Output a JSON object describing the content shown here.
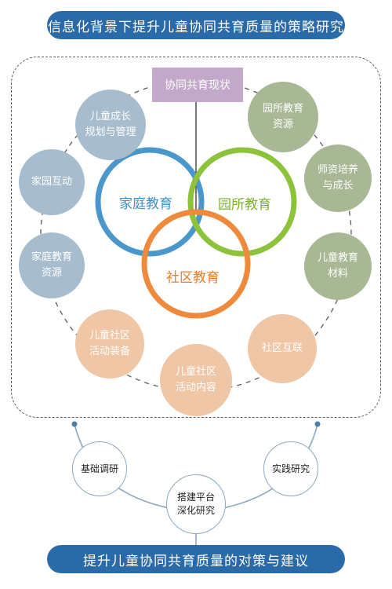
{
  "title": "信息化背景下提升儿童协同共育质量的策略研究",
  "center_box": "协同共育现状",
  "rings": {
    "family": "家庭教育",
    "school": "园所教育",
    "community": "社区教育"
  },
  "outer_nodes": {
    "n1": "儿童成长\n规划与管理",
    "n2": "家园互动",
    "n3": "家庭教育\n资源",
    "n4": "儿童社区\n活动装备",
    "n5": "儿童社区\n活动内容",
    "n6": "社区互联",
    "n7": "儿童教育\n材料",
    "n8": "师资培养\n与成长",
    "n9": "园所教育\n资源"
  },
  "steps": {
    "basic": "基础调研",
    "platform": "搭建平台\n深化研究",
    "practice": "实践研究"
  },
  "conclusion": "提升儿童协同共育质量的对策与建议",
  "colors": {
    "banner": "#2a6aa8",
    "ring_family": "#4a97cc",
    "ring_school": "#8cc33a",
    "ring_community": "#ef8a3c",
    "node_blue": "#a7bccd",
    "node_green": "#a8b895",
    "node_orange": "#efc6a6",
    "center_box": "#c2a9ca"
  }
}
